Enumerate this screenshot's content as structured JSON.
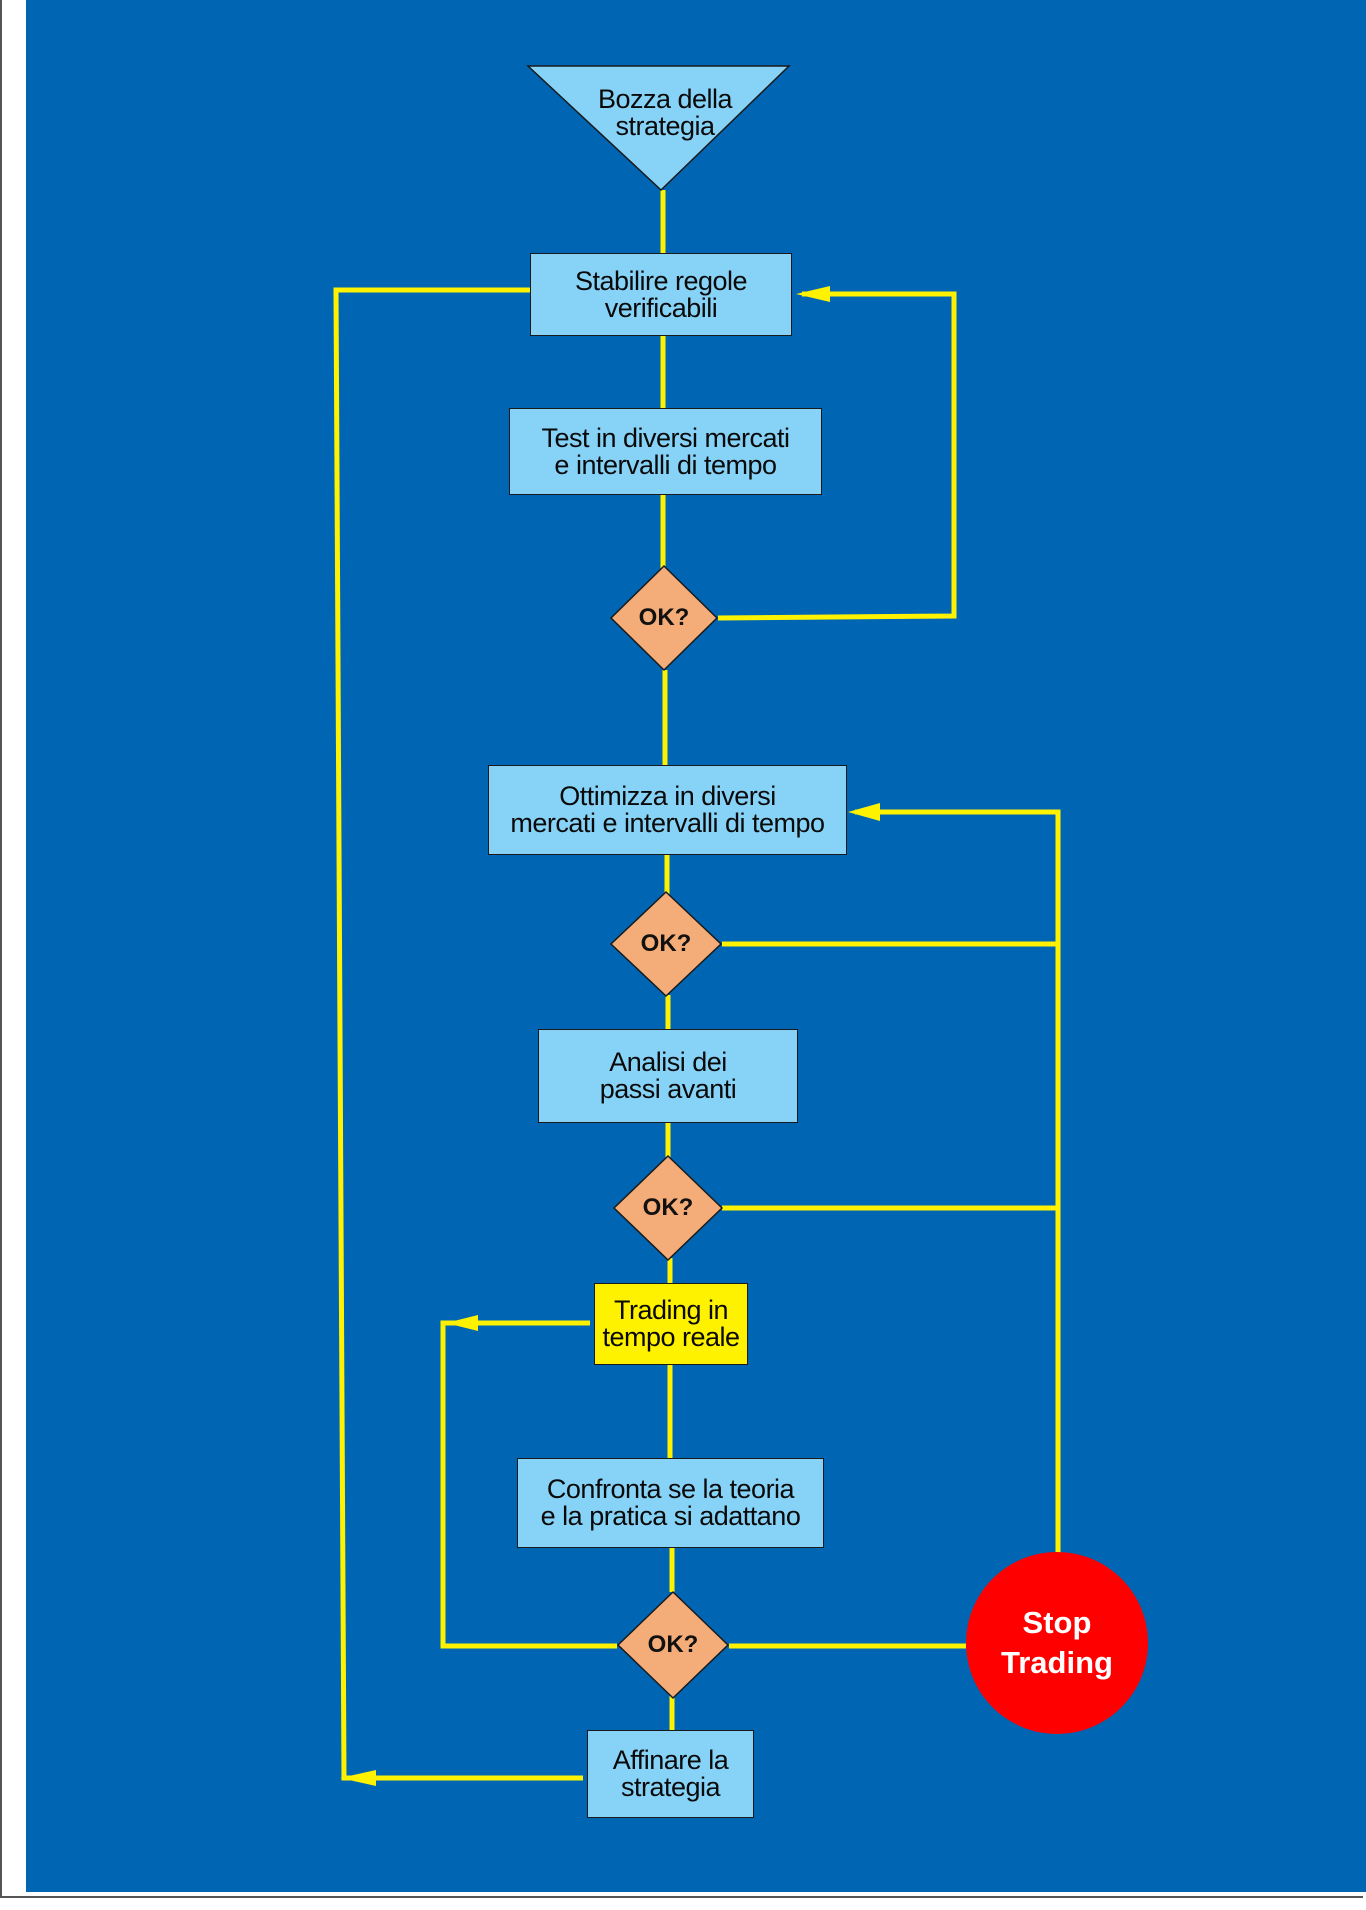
{
  "colors": {
    "background": "#0066b3",
    "process_box": "#87d3f8",
    "live_trading_box": "#fff200",
    "decision": "#f4ad78",
    "connector": "#fff200",
    "stop": "#ff0000"
  },
  "start": {
    "label": "Bozza della\nstrategia"
  },
  "steps": {
    "rules": "Stabilire regole\nverificabili",
    "test": "Test in diversi mercati\ne intervalli di tempo",
    "optimize": "Ottimizza in diversi\nmercati e intervalli di tempo",
    "walkforward": "Analisi dei\npassi avanti",
    "live": "Trading in\ntempo reale",
    "compare": "Confronta se la teoria\ne la pratica si adattano",
    "refine": "Affinare la\nstrategia"
  },
  "decisions": {
    "d1": "OK?",
    "d2": "OK?",
    "d3": "OK?",
    "d4": "OK?"
  },
  "stop": {
    "label": "Stop\nTrading"
  }
}
